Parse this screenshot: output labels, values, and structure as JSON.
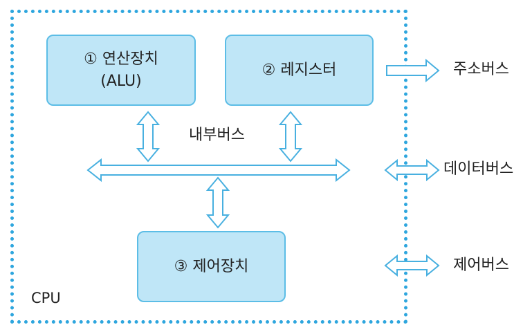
{
  "diagram": {
    "container_label": "CPU",
    "units": {
      "alu": {
        "line1": "① 연산장치",
        "line2": "(ALU)"
      },
      "register": {
        "label": "② 레지스터"
      },
      "control": {
        "label": "③ 제어장치"
      }
    },
    "internal_bus_label": "내부버스",
    "external_buses": {
      "address": "주소버스",
      "data": "데이터버스",
      "control": "제어버스"
    }
  }
}
